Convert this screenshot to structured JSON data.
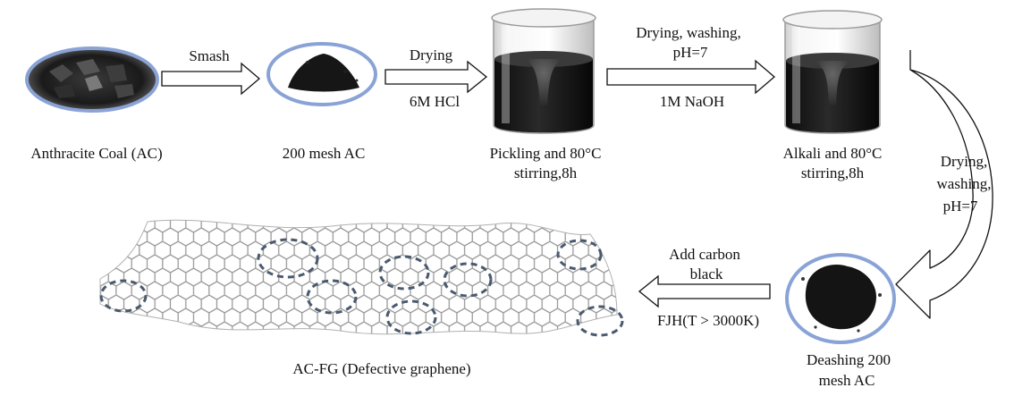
{
  "steps": {
    "anthracite": {
      "label": "Anthracite Coal (AC)"
    },
    "mesh200": {
      "label": "200 mesh AC"
    },
    "pickling": {
      "line1": "Pickling and 80°C",
      "line2": "stirring,8h"
    },
    "alkali": {
      "line1": "Alkali and 80°C",
      "line2": "stirring,8h"
    },
    "deashing": {
      "line1": "Deashing 200",
      "line2": "mesh AC"
    },
    "product": {
      "label": "AC-FG (Defective graphene)"
    }
  },
  "arrows": {
    "smash": {
      "label": "Smash"
    },
    "drying_hcl": {
      "top": "Drying",
      "bottom": "6M HCl"
    },
    "naoh": {
      "top1": "Drying, washing,",
      "top2": "pH=7",
      "bottom": "1M NaOH"
    },
    "curved": {
      "line1": "Drying,",
      "line2": "washing,",
      "line3": "pH=7"
    },
    "fjh": {
      "top1": "Add carbon",
      "top2": "black",
      "bottom": "FJH(T > 3000K)"
    }
  },
  "colors": {
    "ellipse_border": "#8aa3d6",
    "defect_circle": "#4a5a6e",
    "graphene": "#9a9a9a",
    "liquid": "#1e1e1e"
  }
}
